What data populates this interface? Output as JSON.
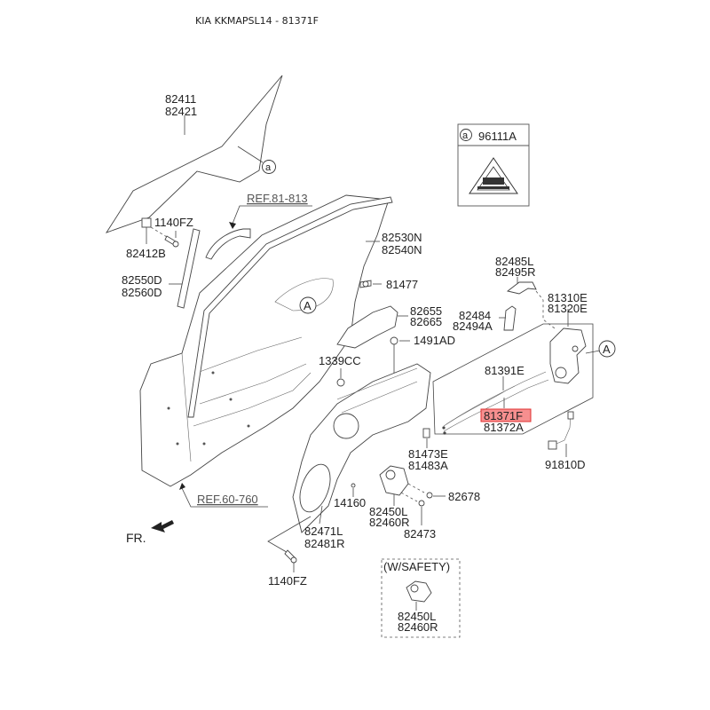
{
  "title": "KIA KKMAPSL14 - 81371F",
  "highlighted_part": "81371F",
  "highlight_color": "#f47b7b",
  "callouts": {
    "glass": [
      "82411",
      "82421"
    ],
    "bolt_top": "1140FZ",
    "glass_clip": "82412B",
    "ref_handle": "REF.81-813",
    "run_channel": [
      "82530N",
      "82540N"
    ],
    "channel_rear": [
      "82550D",
      "82560D"
    ],
    "bolt_81477": "81477",
    "inside_handle": [
      "82655",
      "82665"
    ],
    "clip_1491AD": "1491AD",
    "nut_1339CC": "1339CC",
    "rod": [
      "82485L",
      "82495R"
    ],
    "bracket": [
      "82484",
      "82494A"
    ],
    "latch": [
      "81310E",
      "81320E"
    ],
    "cable_top": "81391E",
    "cable_hl": "81371F",
    "cable_bottom": "81372A",
    "harness": "91810D",
    "switch": [
      "81473E",
      "81483A"
    ],
    "ref_body": "REF.60-760",
    "bolt_14160": "14160",
    "motor": [
      "82450L",
      "82460R"
    ],
    "bolt_82678": "82678",
    "bolt_82473": "82473",
    "module_panel": [
      "82471L",
      "82481R"
    ],
    "bolt_bottom": "1140FZ",
    "fr_label": "FR.",
    "safety_label": "(W/SAFETY)",
    "safety_motor": [
      "82450L",
      "82460R"
    ],
    "label_box": {
      "marker": "a",
      "part": "96111A"
    },
    "marker_a_small": "a",
    "marker_A_big": "A"
  }
}
